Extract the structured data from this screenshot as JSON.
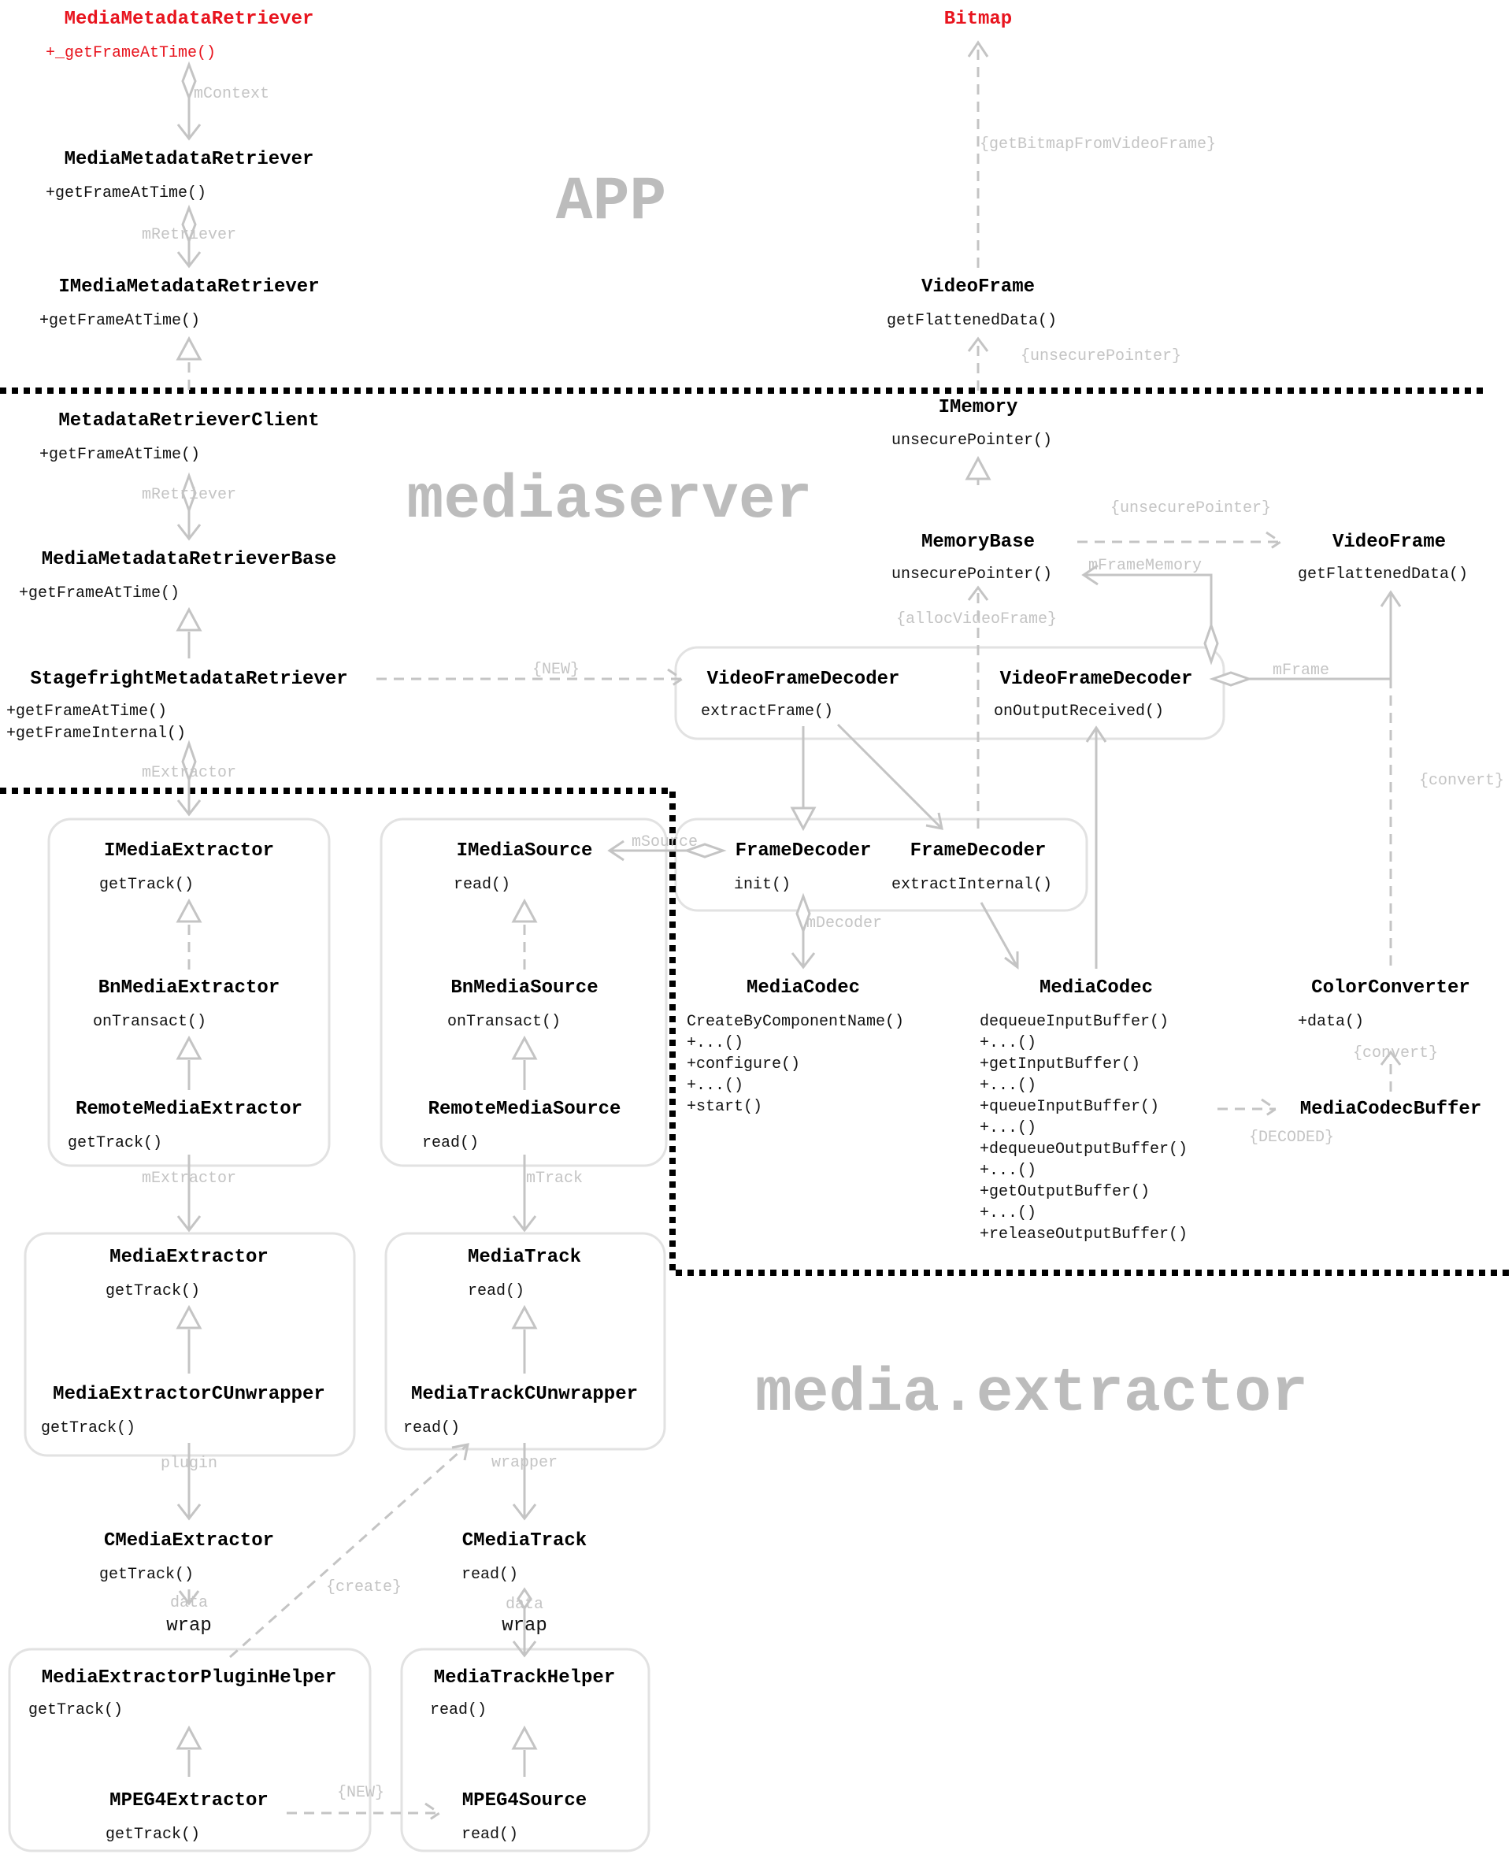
{
  "regions": {
    "app": "APP",
    "mediaserver": "mediaserver",
    "media_extractor": "media.extractor"
  },
  "colors": {
    "highlight": "#e8141e",
    "line": "#c4c4c4",
    "box": "#e2e2e2",
    "separator": "#000000"
  },
  "classes": {
    "mmr_jni": {
      "name": "MediaMetadataRetriever",
      "methods": [
        "+_getFrameAtTime()"
      ]
    },
    "mmr": {
      "name": "MediaMetadataRetriever",
      "methods": [
        "+getFrameAtTime()"
      ]
    },
    "immr": {
      "name": "IMediaMetadataRetriever",
      "methods": [
        "+getFrameAtTime()"
      ]
    },
    "bitmap": {
      "name": "Bitmap",
      "methods": []
    },
    "videoframe_app": {
      "name": "VideoFrame",
      "methods": [
        "getFlattenedData()"
      ]
    },
    "imemory": {
      "name": "IMemory",
      "methods": [
        "unsecurePointer()"
      ]
    },
    "mrc": {
      "name": "MetadataRetrieverClient",
      "methods": [
        "+getFrameAtTime()"
      ]
    },
    "mmrb": {
      "name": "MediaMetadataRetrieverBase",
      "methods": [
        "+getFrameAtTime()"
      ]
    },
    "memorybase": {
      "name": "MemoryBase",
      "methods": [
        "unsecurePointer()"
      ]
    },
    "videoframe_srv": {
      "name": "VideoFrame",
      "methods": [
        "getFlattenedData()"
      ]
    },
    "sfmr": {
      "name": "StagefrightMetadataRetriever",
      "methods": [
        "+getFrameAtTime()",
        "+getFrameInternal()"
      ]
    },
    "vfd1": {
      "name": "VideoFrameDecoder",
      "methods": [
        "extractFrame()"
      ]
    },
    "vfd2": {
      "name": "VideoFrameDecoder",
      "methods": [
        "onOutputReceived()"
      ]
    },
    "fd1": {
      "name": "FrameDecoder",
      "methods": [
        "init()"
      ]
    },
    "fd2": {
      "name": "FrameDecoder",
      "methods": [
        "extractInternal()"
      ]
    },
    "codec1": {
      "name": "MediaCodec",
      "methods": [
        "CreateByComponentName()",
        "+...()",
        "+configure()",
        "+...()",
        "+start()"
      ]
    },
    "codec2": {
      "name": "MediaCodec",
      "methods": [
        "dequeueInputBuffer()",
        "+...()",
        "+getInputBuffer()",
        "+...()",
        "+queueInputBuffer()",
        "+...()",
        "+dequeueOutputBuffer()",
        "+...()",
        "+getOutputBuffer()",
        "+...()",
        "+releaseOutputBuffer()"
      ]
    },
    "colorconv": {
      "name": "ColorConverter",
      "methods": [
        "+data()"
      ]
    },
    "codecbuf": {
      "name": "MediaCodecBuffer",
      "methods": []
    },
    "ime": {
      "name": "IMediaExtractor",
      "methods": [
        "getTrack()"
      ]
    },
    "bnme": {
      "name": "BnMediaExtractor",
      "methods": [
        "onTransact()"
      ]
    },
    "rme": {
      "name": "RemoteMediaExtractor",
      "methods": [
        "getTrack()"
      ]
    },
    "ims": {
      "name": "IMediaSource",
      "methods": [
        "read()"
      ]
    },
    "bnms": {
      "name": "BnMediaSource",
      "methods": [
        "onTransact()"
      ]
    },
    "rms": {
      "name": "RemoteMediaSource",
      "methods": [
        "read()"
      ]
    },
    "me": {
      "name": "MediaExtractor",
      "methods": [
        "getTrack()"
      ]
    },
    "mecu": {
      "name": "MediaExtractorCUnwrapper",
      "methods": [
        "getTrack()"
      ]
    },
    "mt": {
      "name": "MediaTrack",
      "methods": [
        "read()"
      ]
    },
    "mtcu": {
      "name": "MediaTrackCUnwrapper",
      "methods": [
        "read()"
      ]
    },
    "cme": {
      "name": "CMediaExtractor",
      "methods": [
        "getTrack()"
      ]
    },
    "cmt": {
      "name": "CMediaTrack",
      "methods": [
        "read()"
      ]
    },
    "meph": {
      "name": "MediaExtractorPluginHelper",
      "methods": [
        "getTrack()"
      ]
    },
    "mth": {
      "name": "MediaTrackHelper",
      "methods": [
        "read()"
      ]
    },
    "mp4e": {
      "name": "MPEG4Extractor",
      "methods": [
        "getTrack()"
      ]
    },
    "mp4s": {
      "name": "MPEG4Source",
      "methods": [
        "read()"
      ]
    }
  },
  "labels": {
    "mcontext": "mContext",
    "mretriever1": "mRetriever",
    "mretriever2": "mRetriever",
    "getbitmap": "{getBitmapFromVideoFrame}",
    "unsecure1": "{unsecurePointer}",
    "unsecure2": "{unsecurePointer}",
    "mframememory": "mFrameMemory",
    "allocvideoframe": "{allocVideoFrame}",
    "new1": "{NEW}",
    "mframe": "mFrame",
    "convert1": "{convert}",
    "convert2": "{convert}",
    "mextractor1": "mExtractor",
    "msource": "mSource",
    "mdecoder": "mDecoder",
    "decoded": "{DECODED}",
    "mextractor2": "mExtractor",
    "mtrack": "mTrack",
    "plugin": "plugin",
    "wrapper": "wrapper",
    "create": "{create}",
    "data1": "data",
    "data2": "data",
    "wrap1": "wrap",
    "wrap2": "wrap",
    "new2": "{NEW}"
  }
}
